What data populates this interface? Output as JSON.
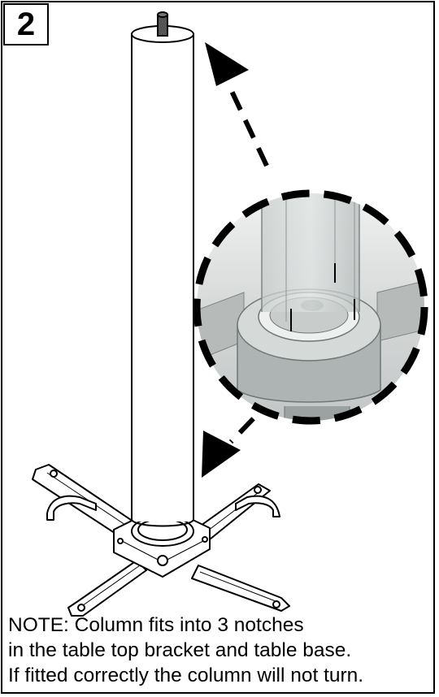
{
  "step": {
    "number": "2"
  },
  "note": {
    "line1": "NOTE: Column fits into 3 notches",
    "line2": "in the table top bracket and table base.",
    "line3": "If fitted correctly the column will not turn."
  },
  "colors": {
    "line": "#000000",
    "detail_gray": "#c9cbcb",
    "detail_dark": "#9aa0a0",
    "background": "#ffffff"
  },
  "icons": [
    "up-arrow-icon",
    "down-arrow-icon"
  ]
}
